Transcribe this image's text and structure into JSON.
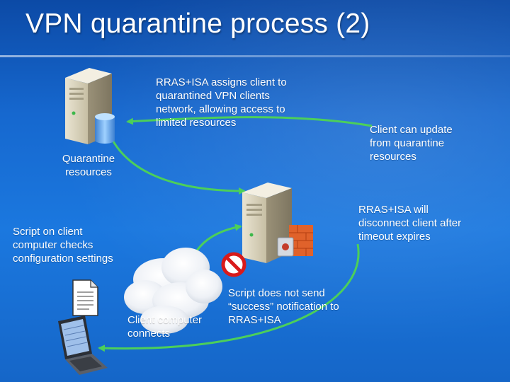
{
  "slide": {
    "title": "VPN quarantine process (2)"
  },
  "labels": {
    "rras_assigns": "RRAS+ISA assigns client to quarantined VPN clients network, allowing access to limited resources",
    "client_update": "Client can update from quarantine resources",
    "quarantine_resources": "Quarantine resources",
    "rras_disconnect": "RRAS+ISA will disconnect client after timeout expires",
    "script_checks": "Script on client computer checks configuration settings",
    "client_connects": "Client computer connects",
    "script_not_send": "Script does not send “success” notification to RRAS+ISA"
  },
  "icons": {
    "quarantine_server": "server-with-database-icon",
    "rras_server": "server-with-firewall-icon",
    "script": "document-icon",
    "laptop": "laptop-icon",
    "cloud": "cloud-icon",
    "no_entry": "prohibited-icon"
  },
  "colors": {
    "arrow": "#4ccf5a",
    "prohibited": "#d91a1a"
  }
}
